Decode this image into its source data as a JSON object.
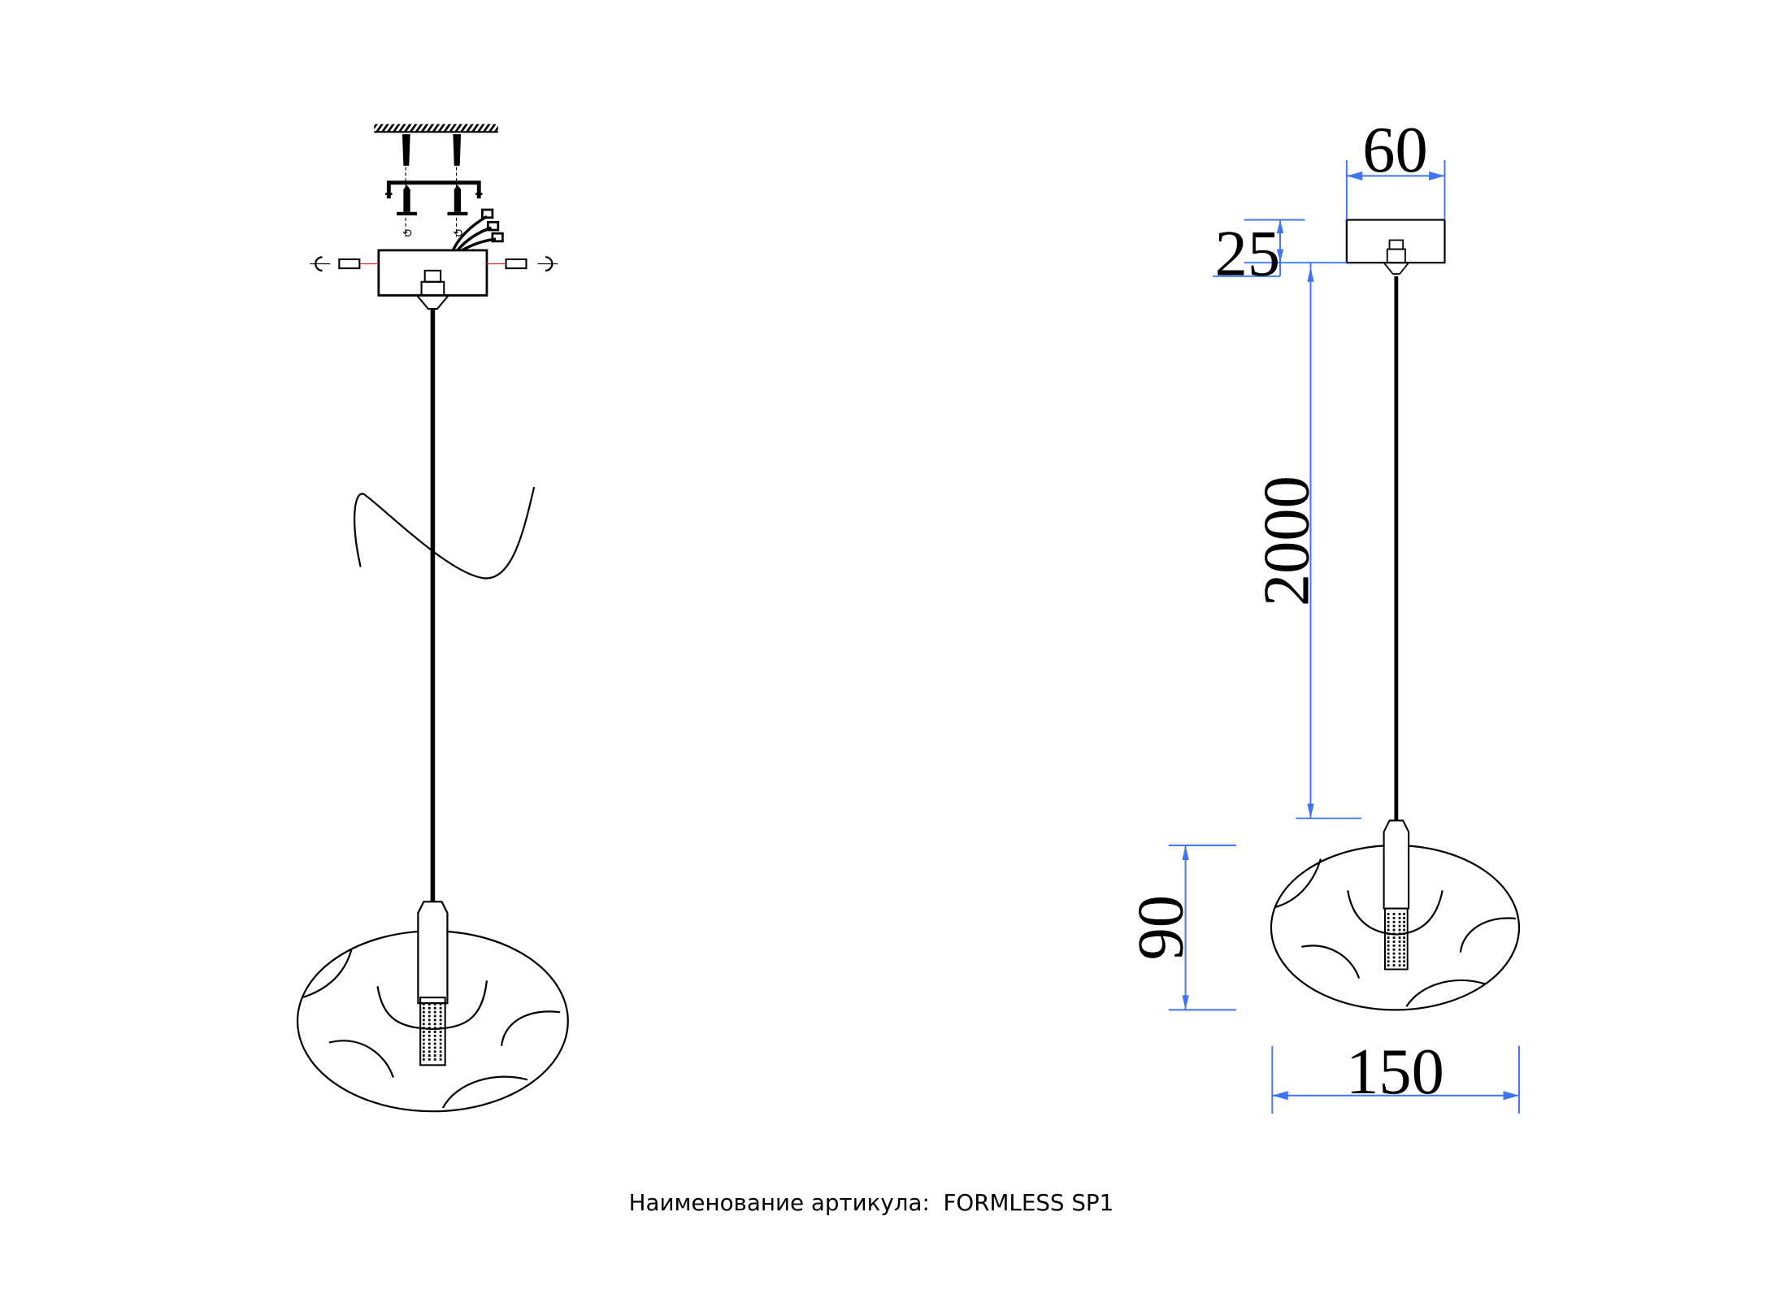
{
  "dimensions": {
    "canopy_width": "60",
    "canopy_height": "25",
    "cord_length": "2000",
    "shade_height": "90",
    "shade_width": "150"
  },
  "caption": {
    "label": "Наименование артикула:",
    "article": "FORMLESS SP1"
  },
  "colors": {
    "dimension_line": "#3f74f2",
    "drawing_line": "#000000",
    "hint_line": "#e02020"
  }
}
